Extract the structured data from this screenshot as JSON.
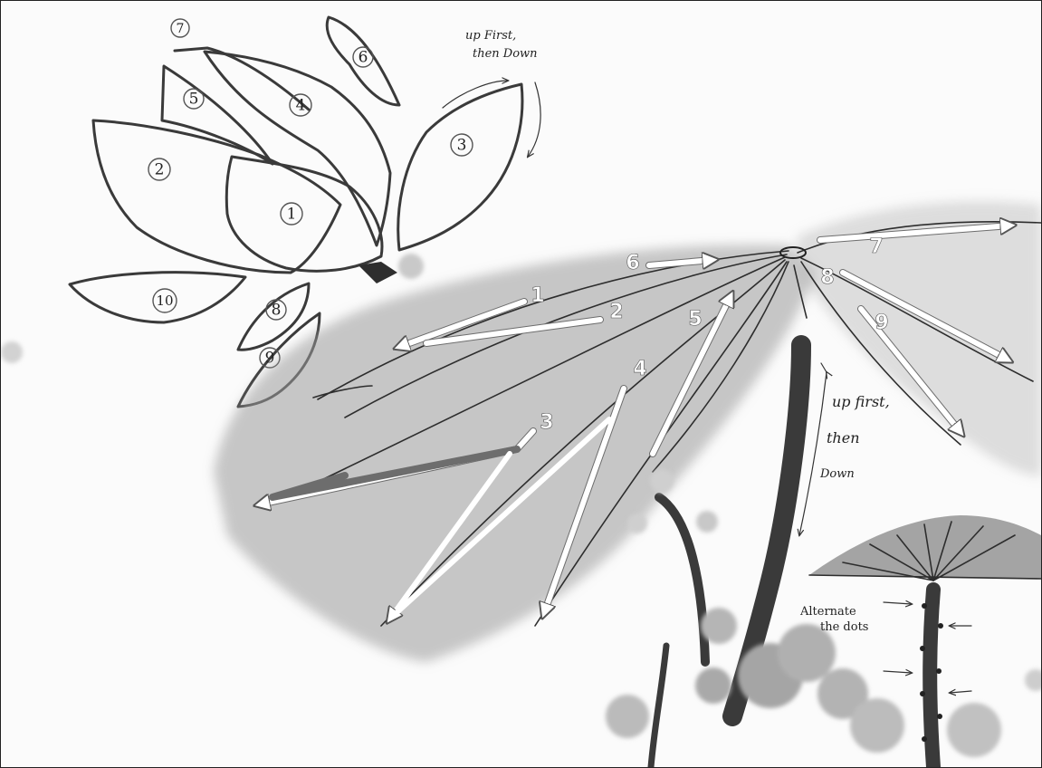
{
  "flower": {
    "petal_numbers": [
      "1",
      "2",
      "3",
      "4",
      "5",
      "6",
      "7",
      "8",
      "9",
      "10"
    ],
    "note": [
      "up First,",
      "then Down"
    ]
  },
  "leaf": {
    "stroke_numbers": [
      "1",
      "2",
      "3",
      "4",
      "5",
      "6",
      "7",
      "8",
      "9"
    ]
  },
  "stem_note": [
    "up first,",
    "then",
    "Down"
  ],
  "dots_note": [
    "Alternate",
    "the dots"
  ]
}
